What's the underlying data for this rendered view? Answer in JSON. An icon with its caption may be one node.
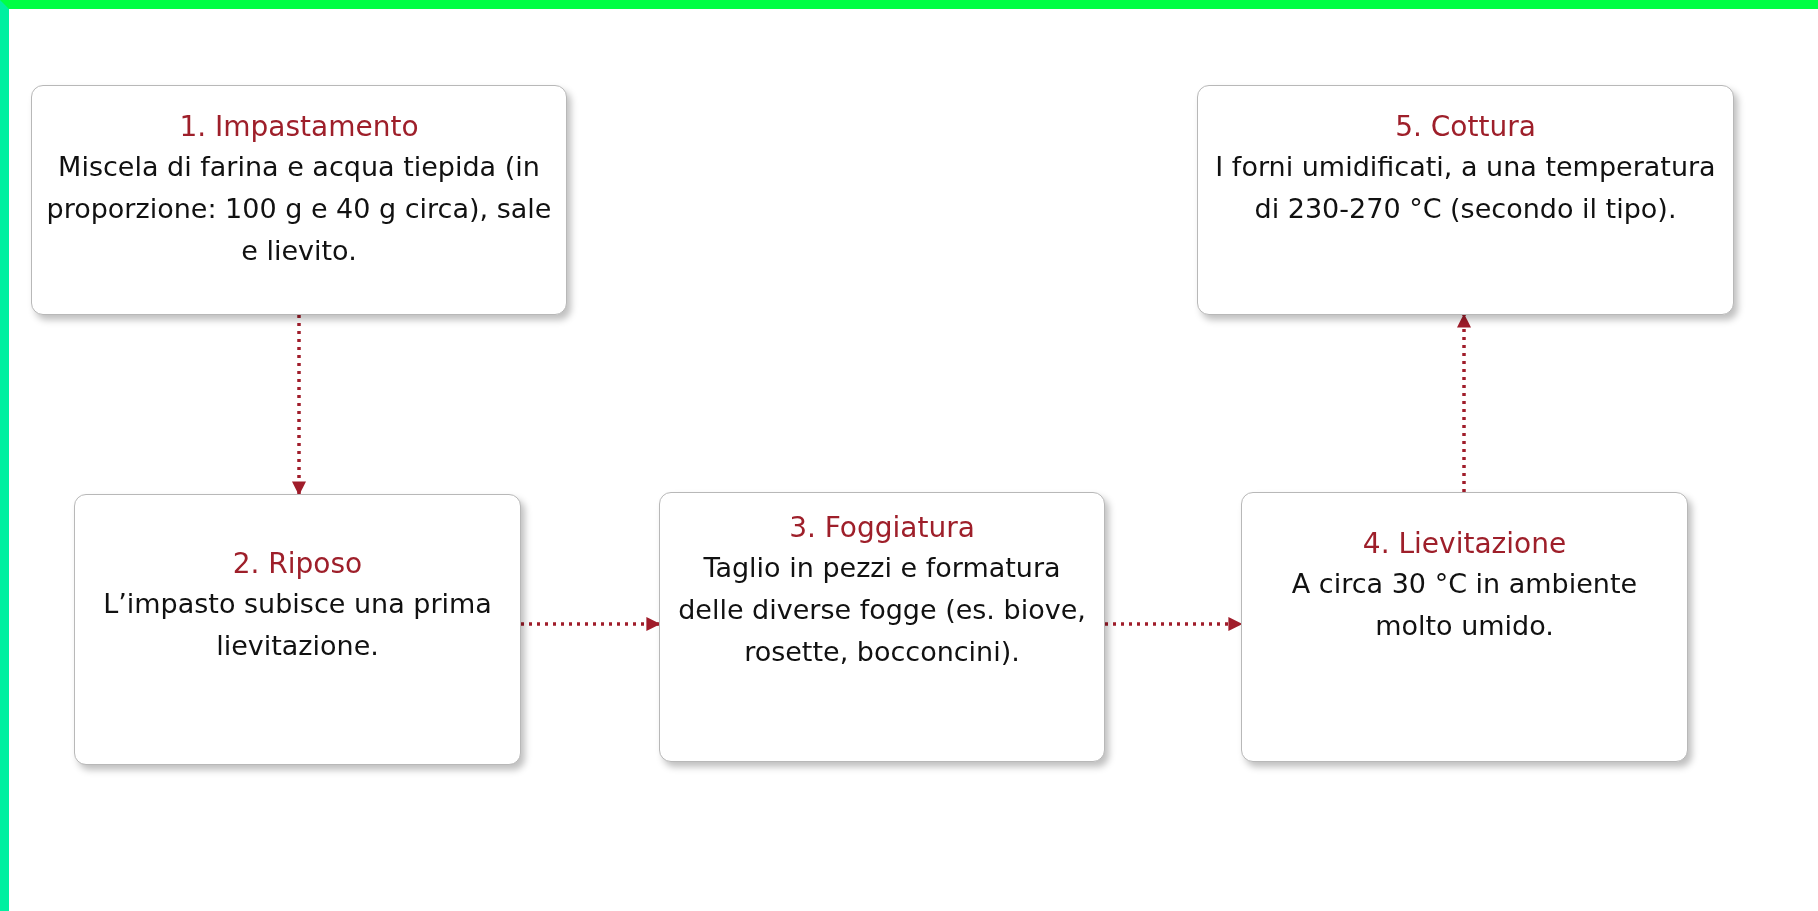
{
  "diagram": {
    "nodes": [
      {
        "text": [
          "1. Impastamento",
          "Miscela di farina e acqua tiepida (in proporzione: 100 g e 40 g circa), sale e lievito."
        ]
      },
      {
        "text": [
          "5. Cottura",
          "I forni umidificati, a una temperatura di 230-270 °C (secondo il tipo)."
        ]
      },
      {
        "text": [
          "2. Riposo",
          "L’impasto subisce una prima lievitazione."
        ]
      },
      {
        "text": [
          "3. Foggiatura",
          "Taglio in pezzi e formatura delle diverse fogge (es. biove, rosette, bocconcini)."
        ]
      },
      {
        "text": [
          "4. Lievitazione",
          "A circa 30 °C in ambiente molto umido."
        ]
      }
    ],
    "edges": [
      {
        "from": 0,
        "to": 2,
        "arrow": "to",
        "style": "dashed"
      },
      {
        "from": 2,
        "to": 3,
        "arrow": "to",
        "style": "dashed"
      },
      {
        "from": 3,
        "to": 4,
        "arrow": "to",
        "style": "dashed"
      },
      {
        "from": 4,
        "to": 1,
        "arrow": "to",
        "style": "dashed"
      }
    ]
  }
}
